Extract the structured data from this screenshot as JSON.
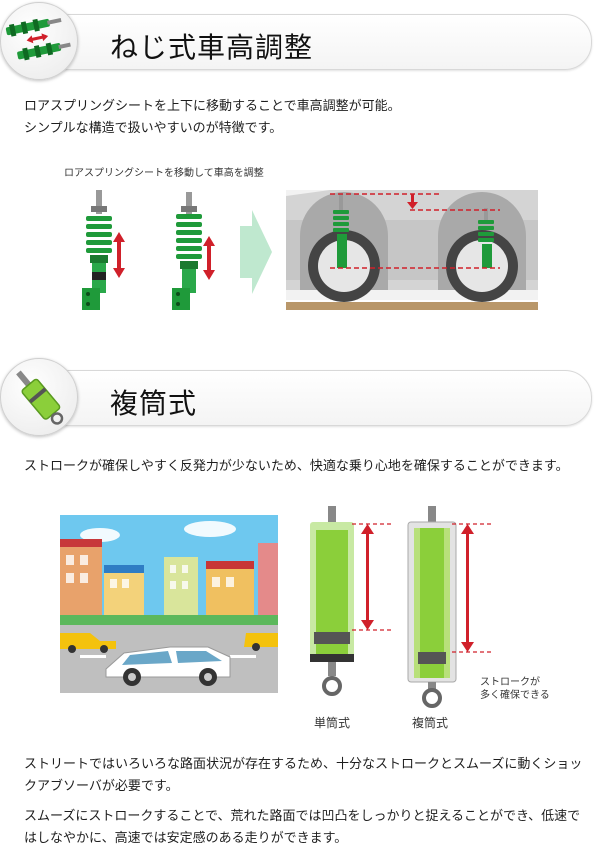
{
  "section1": {
    "title": "ねじ式車高調整",
    "icon": "coilover-pair-icon",
    "body_line1": "ロアスプリングシートを上下に移動することで車高調整が可能。",
    "body_line2": "シンプルな構造で扱いやすいのが特徴です。",
    "diagram_caption": "ロアスプリングシートを移動して車高を調整"
  },
  "section2": {
    "title": "複筒式",
    "icon": "shock-absorber-icon",
    "body": "ストロークが確保しやすく反発力が少ないため、快適な乗り心地を確保することができます。",
    "label_mono": "単筒式",
    "label_twin": "複筒式",
    "stroke_note_line1": "ストロークが",
    "stroke_note_line2": "多く確保できる",
    "footer_para1_line1": "ストリートではいろいろな路面状況が存在するため、十分なストロークとスムーズに動くショッ",
    "footer_para1_line2": "クアブソーバが必要です。",
    "footer_para2_line1": "スムーズにストロークすることで、荒れた路面では凹凸をしっかりと捉えることができ、低速で",
    "footer_para2_line2": "はしなやかに、高速では安定感のある走りができます。"
  },
  "colors": {
    "spring_green": "#1f9a3a",
    "arrow_red": "#d0202a",
    "shock_green": "#8bcf3a",
    "sky_blue": "#6ec8ef",
    "header_border": "#d8d8d8"
  }
}
